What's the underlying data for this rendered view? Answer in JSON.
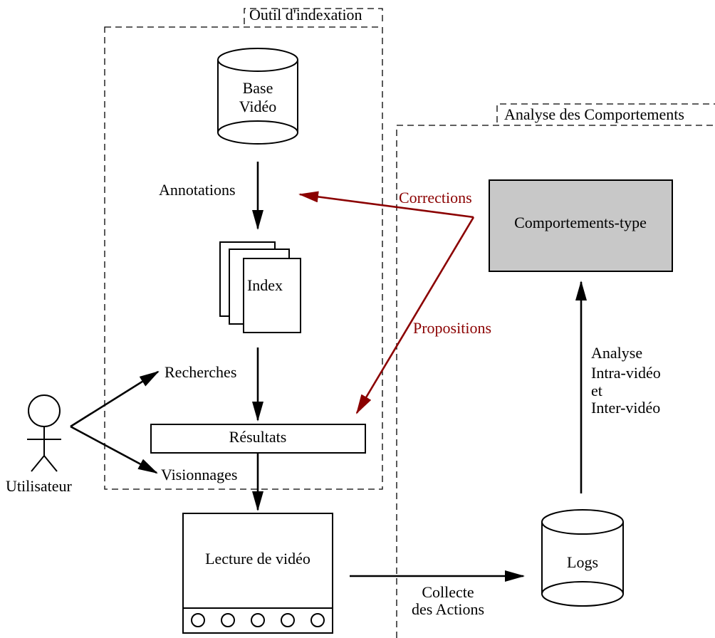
{
  "groups": {
    "indexing_tool": "Outil d'indexation",
    "behavior_analysis": "Analyse des Comportements"
  },
  "nodes": {
    "video_db": {
      "line1": "Base",
      "line2": "Vidéo"
    },
    "index": "Index",
    "results": "Résultats",
    "video_player": "Lecture de vidéo",
    "logs": "Logs",
    "typical_behaviors": "Comportements-type",
    "user": "Utilisateur"
  },
  "edge_labels": {
    "annotations": "Annotations",
    "searches": "Recherches",
    "viewings": "Visionnages",
    "corrections": "Corrections",
    "propositions": "Propositions",
    "collect": {
      "line1": "Collecte",
      "line2": "des Actions"
    },
    "analysis": {
      "line1": "Analyse",
      "line2": "Intra-vidéo",
      "line3": "et",
      "line4": "Inter-vidéo"
    }
  },
  "colors": {
    "feedback_arrow": "#8b0000",
    "behaviors_box_fill": "#c8c8c8"
  }
}
